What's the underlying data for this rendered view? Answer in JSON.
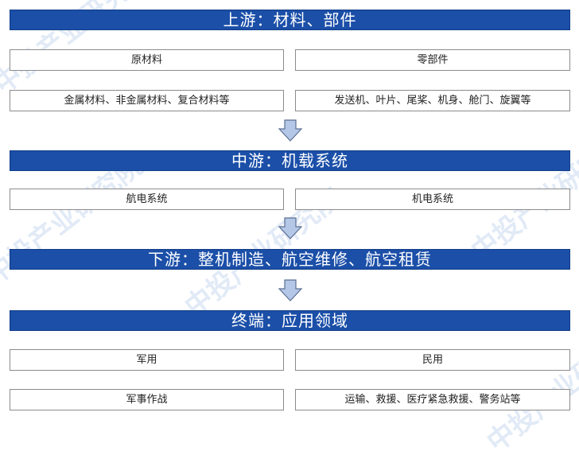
{
  "watermark": "中投产业研究院",
  "upstream": {
    "title": "上游：材料、部件",
    "left_header": "原材料",
    "right_header": "零部件",
    "left_detail": "金属材料、非金属材料、复合材料等",
    "right_detail": "发送机、叶片、尾桨、机身、舱门、旋翼等"
  },
  "midstream": {
    "title": "中游：机载系统",
    "left": "航电系统",
    "right": "机电系统"
  },
  "downstream": {
    "title": "下游：整机制造、航空维修、航空租赁"
  },
  "terminal": {
    "title": "终端：应用领域",
    "left_header": "军用",
    "right_header": "民用",
    "left_detail": "军事作战",
    "right_detail": "运输、救援、医疗紧急救援、警务站等"
  }
}
